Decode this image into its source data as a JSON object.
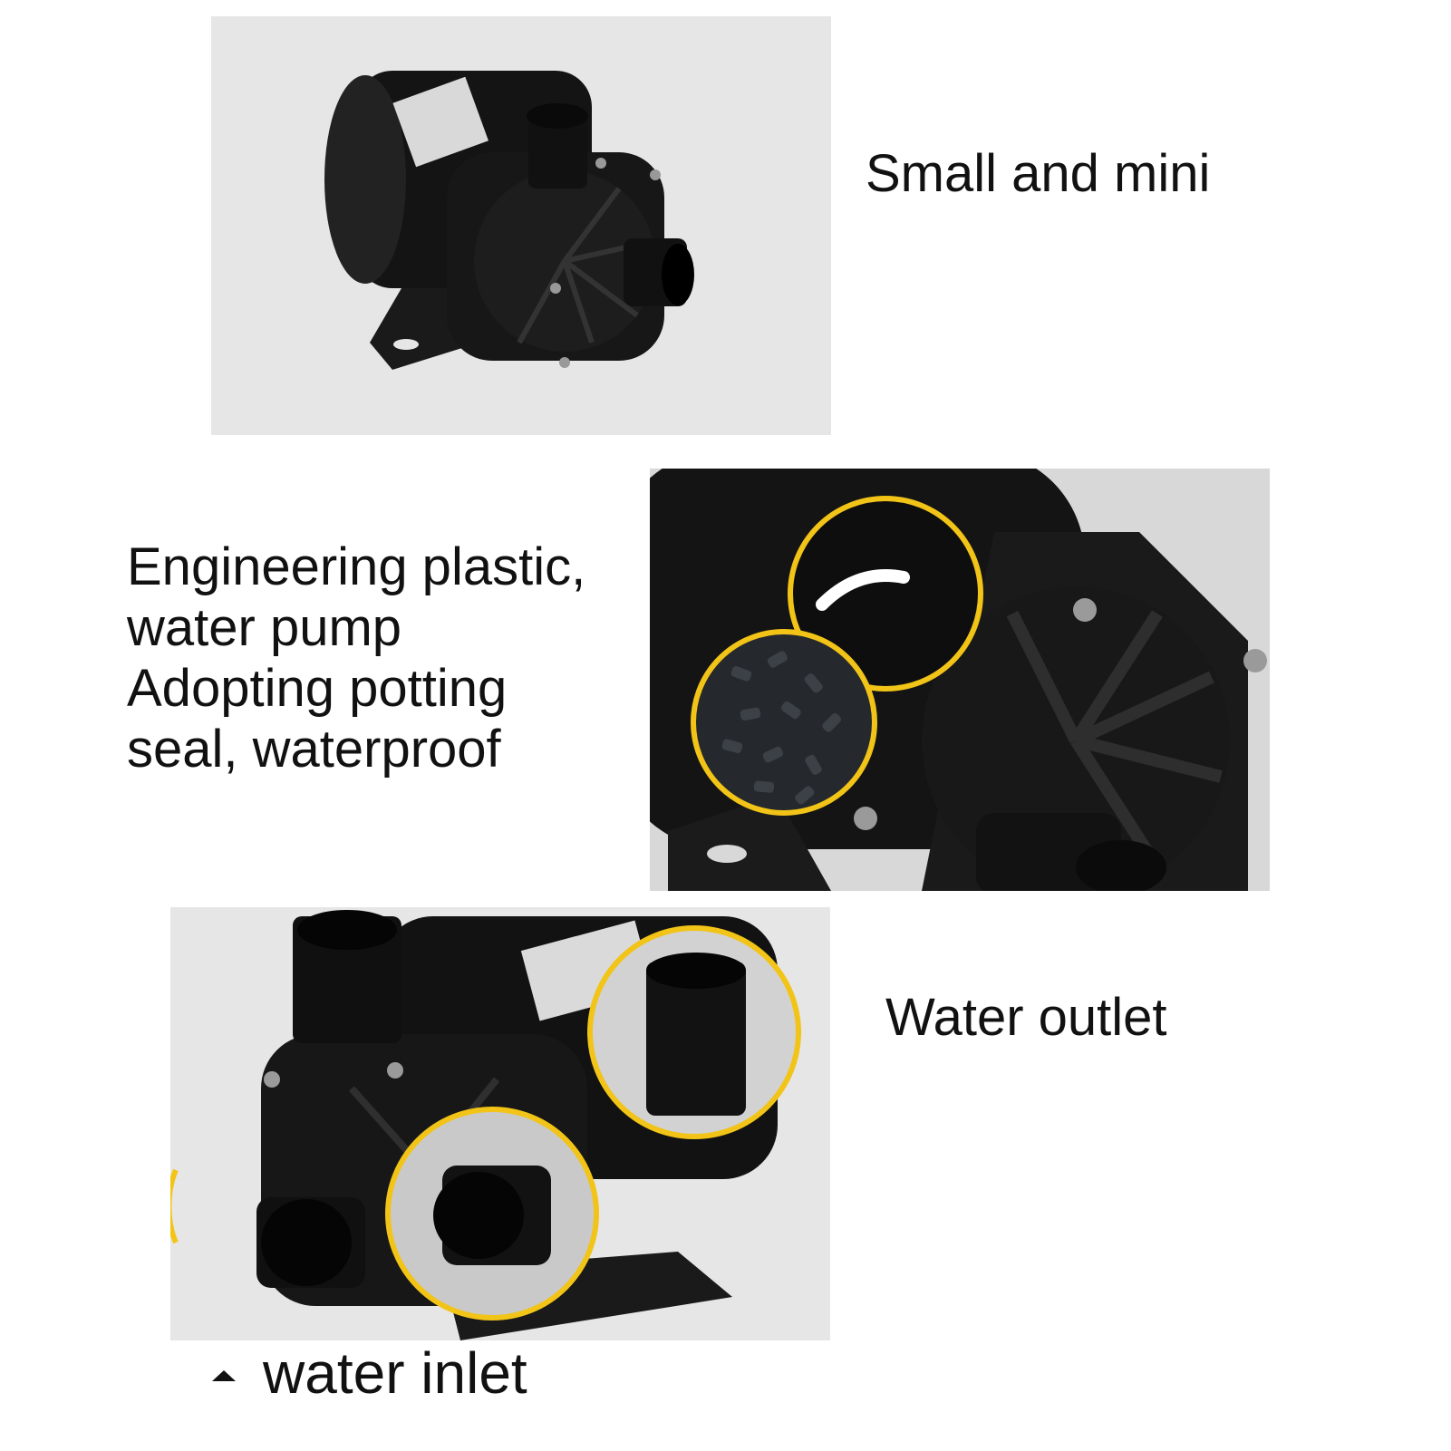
{
  "captions": {
    "top": "Small and mini",
    "middle": [
      "Engineering plastic,",
      "water pump",
      "Adopting potting",
      "seal, waterproof"
    ],
    "bottom": "Water outlet",
    "inlet": "water inlet"
  },
  "colors": {
    "panel_background": "#e6e6e6",
    "pump_body": "#151515",
    "highlight_ring": "#f2c417",
    "text": "#111111"
  },
  "icons": {
    "inlet_marker": "triangle-up-icon"
  }
}
